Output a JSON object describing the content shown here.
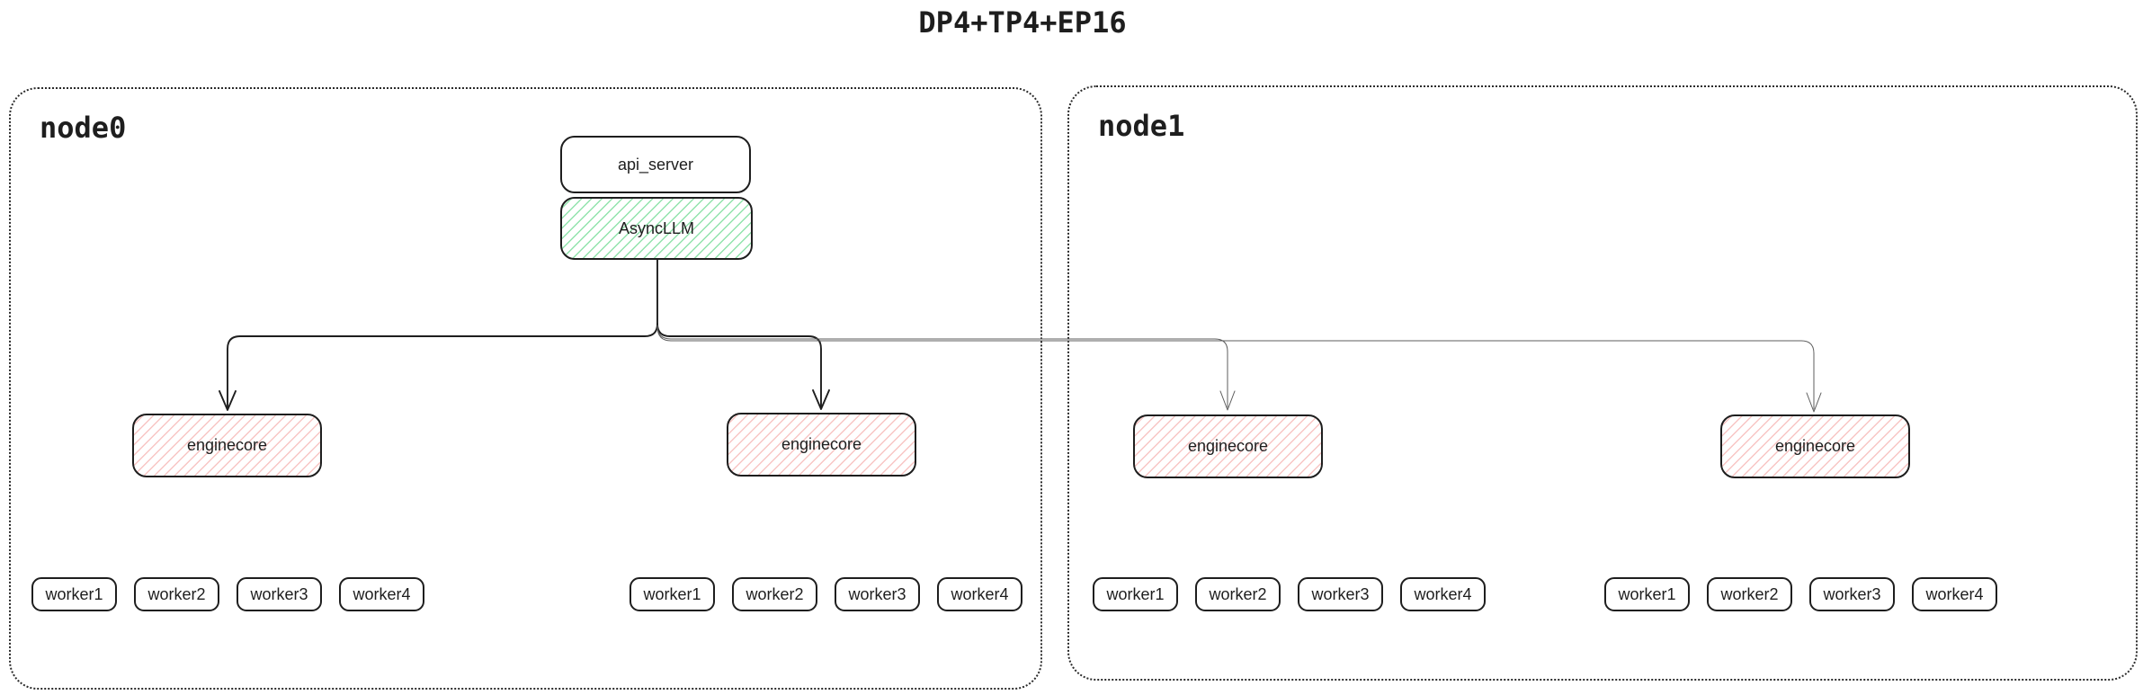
{
  "title": "DP4+TP4+EP16",
  "colors": {
    "stroke": "#1e1e1e",
    "thin_arrow": "#5c5c5c",
    "green_hatch": "#85e0a3",
    "red_hatch": "#f5b2b0",
    "container_border": "#2b2b2b"
  },
  "api_server": {
    "label": "api_server"
  },
  "async_llm": {
    "label": "AsyncLLM"
  },
  "nodes": [
    {
      "label": "node0",
      "enginecores": [
        {
          "label": "enginecore",
          "workers": [
            "worker1",
            "worker2",
            "worker3",
            "worker4"
          ]
        },
        {
          "label": "enginecore",
          "workers": [
            "worker1",
            "worker2",
            "worker3",
            "worker4"
          ]
        }
      ]
    },
    {
      "label": "node1",
      "enginecores": [
        {
          "label": "enginecore",
          "workers": [
            "worker1",
            "worker2",
            "worker3",
            "worker4"
          ]
        },
        {
          "label": "enginecore",
          "workers": [
            "worker1",
            "worker2",
            "worker3",
            "worker4"
          ]
        }
      ]
    }
  ]
}
